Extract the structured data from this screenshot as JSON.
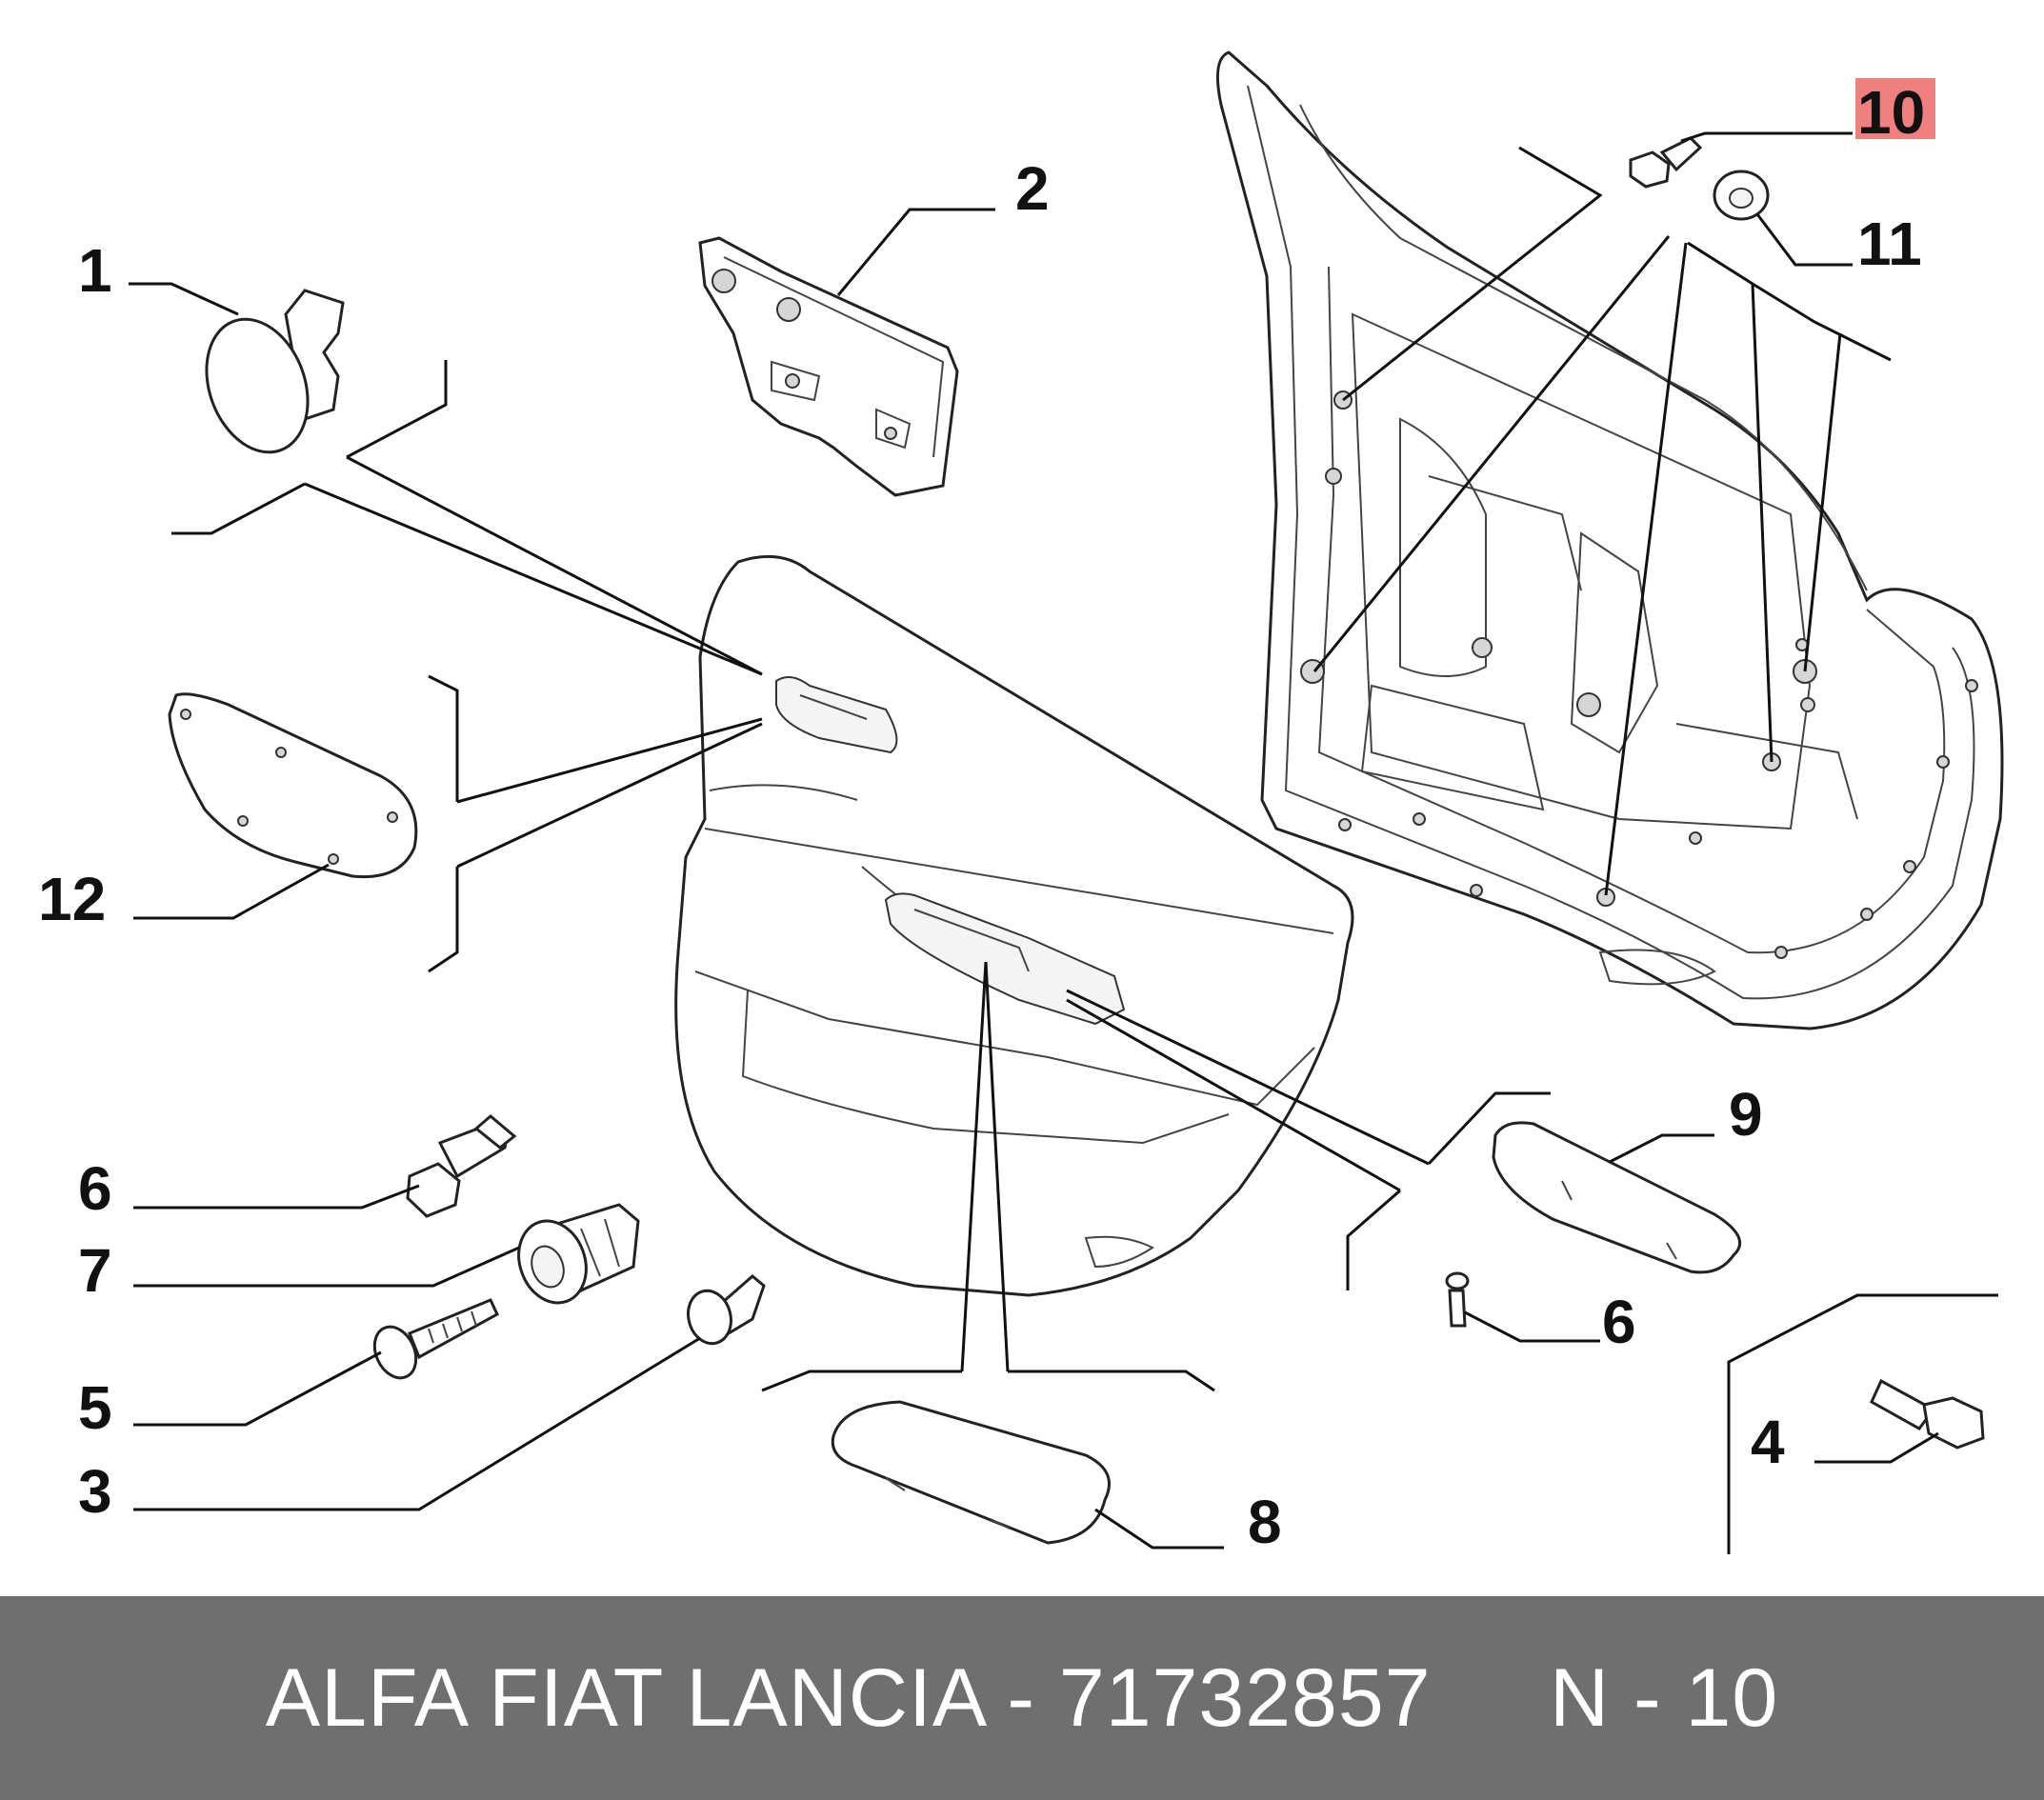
{
  "diagram": {
    "labels": {
      "p1": "1",
      "p2": "2",
      "p3": "3",
      "p4": "4",
      "p5": "5",
      "p6a": "6",
      "p6b": "6",
      "p7": "7",
      "p8": "8",
      "p9": "9",
      "p10": "10",
      "p11": "11",
      "p12": "12"
    },
    "highlight_color": "#f08080"
  },
  "footer": {
    "text": "ALFA FIAT LANCIA - 71732857     N - 10",
    "background": "#6f6f6f"
  }
}
